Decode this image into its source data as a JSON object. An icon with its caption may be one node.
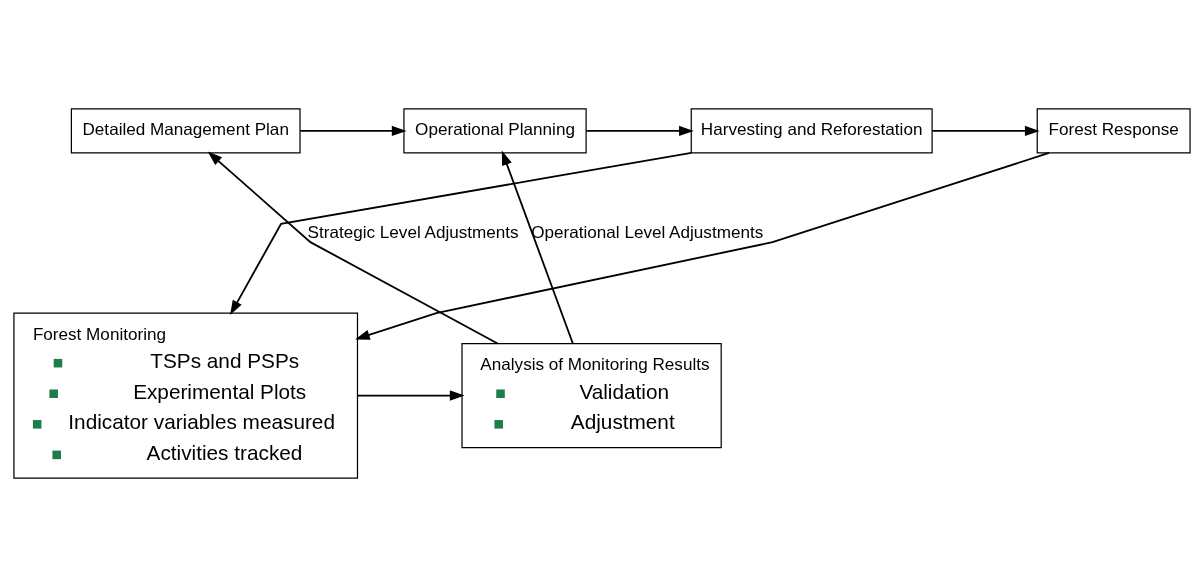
{
  "diagram": {
    "nodes": [
      {
        "text": [
          "Detailed Management Plan"
        ]
      },
      {
        "text": [
          "Operational Planning"
        ]
      },
      {
        "text": [
          "Harvesting and Reforestation"
        ]
      },
      {
        "text": [
          "Forest Response"
        ]
      },
      {
        "text": [
          "Forest Monitoring",
          "TSPs and PSPs",
          "Experimental Plots",
          "Indicator variables measured",
          "Activities tracked"
        ]
      },
      {
        "text": [
          "Analysis of Monitoring Results",
          "Validation",
          "Adjustment"
        ]
      }
    ],
    "edges": [
      {
        "from": 0,
        "to": 1,
        "arrow": "to"
      },
      {
        "from": 1,
        "to": 2,
        "arrow": "to"
      },
      {
        "from": 2,
        "to": 3,
        "arrow": "to"
      },
      {
        "from": 2,
        "to": 4,
        "arrow": "to"
      },
      {
        "from": 3,
        "to": 4,
        "arrow": "to"
      },
      {
        "from": 4,
        "to": 5,
        "arrow": "to"
      },
      {
        "from": 5,
        "to": 1,
        "arrow": "to",
        "label": "Operational Level Adjustments"
      },
      {
        "from": 5,
        "to": 0,
        "arrow": "to",
        "label": "Strategic Level Adjustments"
      }
    ]
  }
}
